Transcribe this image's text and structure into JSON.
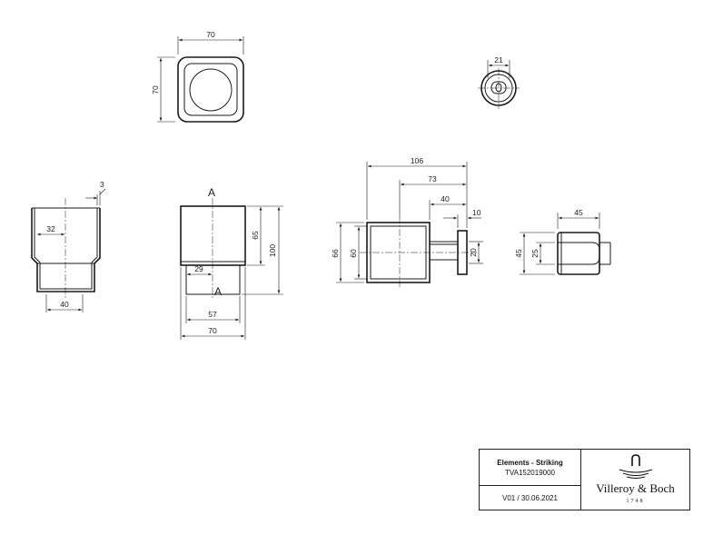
{
  "drawing": {
    "top_view": {
      "width_dim": "70",
      "height_dim": "70"
    },
    "detail_view": {
      "width_dim": "21"
    },
    "cup_section": {
      "wall_dim": "3",
      "inner_dim": "32",
      "bottom_dim": "40"
    },
    "front_view": {
      "section_label_top": "A",
      "section_label_bottom": "A",
      "upper_height_dim": "65",
      "total_height_dim": "100",
      "inner_bottom_dim": "29",
      "lower_width_dim": "57",
      "total_width_dim": "70"
    },
    "side_view": {
      "depth_dim": "106",
      "cup_to_wall_dim": "73",
      "arm_dim": "40",
      "plate_dim": "10",
      "outer_height_dim": "66",
      "inner_height_dim": "60",
      "plate_height_dim": "20"
    },
    "holder_view": {
      "width_dim": "45",
      "height_dim": "45",
      "inner_height_dim": "25"
    }
  },
  "title_block": {
    "product_name": "Elements - Striking",
    "product_code": "TVA152019000",
    "version": "V01 / 30.06.2021",
    "brand": "Villeroy & Boch",
    "brand_year": "1748"
  }
}
